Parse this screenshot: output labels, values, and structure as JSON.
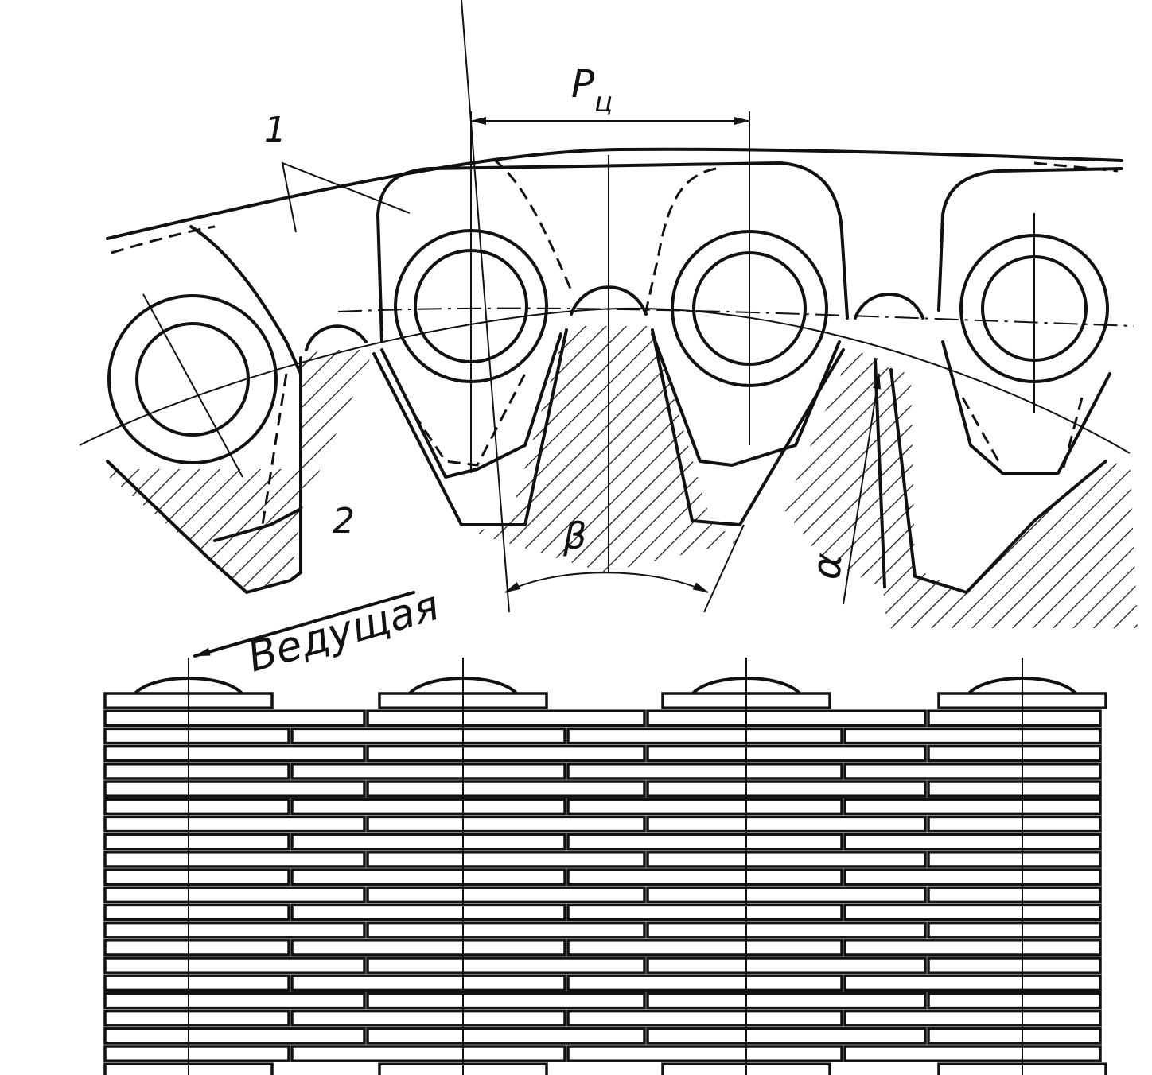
{
  "labels": {
    "chain": "1",
    "sprocket": "2",
    "pitch": "P",
    "pitch_sub": "ц",
    "tooth_angle": "β",
    "flank_angle": "α",
    "drive": "Ведущая"
  },
  "colors": {
    "ink": "#111111",
    "paper": "#ffffff"
  }
}
